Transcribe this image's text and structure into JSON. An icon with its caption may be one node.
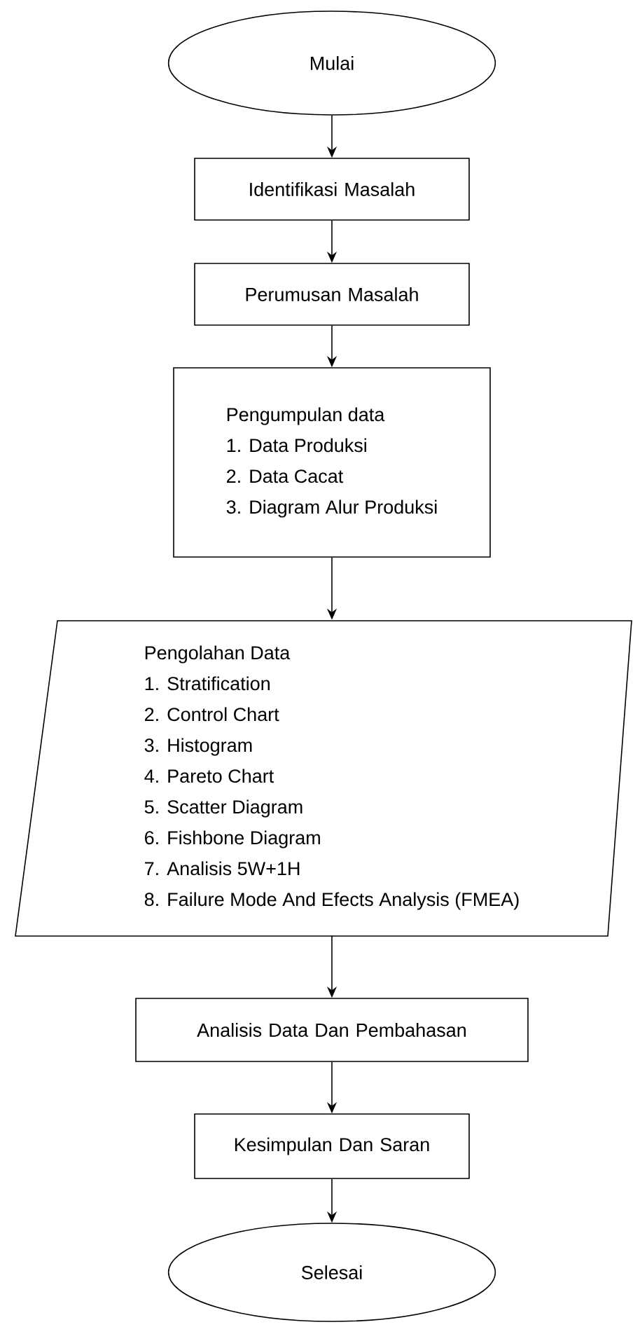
{
  "diagram": {
    "nodes": [
      {
        "text": [
          "Mulai"
        ]
      },
      {
        "text": [
          "Identifikasi Masalah"
        ]
      },
      {
        "text": [
          "Perumusan Masalah"
        ]
      },
      {
        "text": [
          "Pengumpulan data",
          "1. Data Produksi",
          "2. Data Cacat",
          "3. Diagram Alur Produksi"
        ]
      },
      {
        "text": [
          "Pengolahan Data",
          "1. Stratification",
          "2. Control Chart",
          "3. Histogram",
          "4. Pareto Chart",
          "5. Scatter Diagram",
          "6. Fishbone Diagram",
          "7. Analisis 5W+1H",
          "8. Failure Mode And Efects Analysis (FMEA)"
        ]
      },
      {
        "text": [
          "Analisis Data Dan Pembahasan"
        ]
      },
      {
        "text": [
          "Kesimpulan Dan Saran"
        ]
      },
      {
        "text": [
          "Selesai"
        ]
      }
    ],
    "edges": [
      {
        "from": 0,
        "to": 1,
        "arrow": "to"
      },
      {
        "from": 1,
        "to": 2,
        "arrow": "to"
      },
      {
        "from": 2,
        "to": 3,
        "arrow": "to"
      },
      {
        "from": 3,
        "to": 4,
        "arrow": "to"
      },
      {
        "from": 4,
        "to": 5,
        "arrow": "to"
      },
      {
        "from": 5,
        "to": 6,
        "arrow": "to"
      },
      {
        "from": 6,
        "to": 7,
        "arrow": "to"
      }
    ]
  }
}
